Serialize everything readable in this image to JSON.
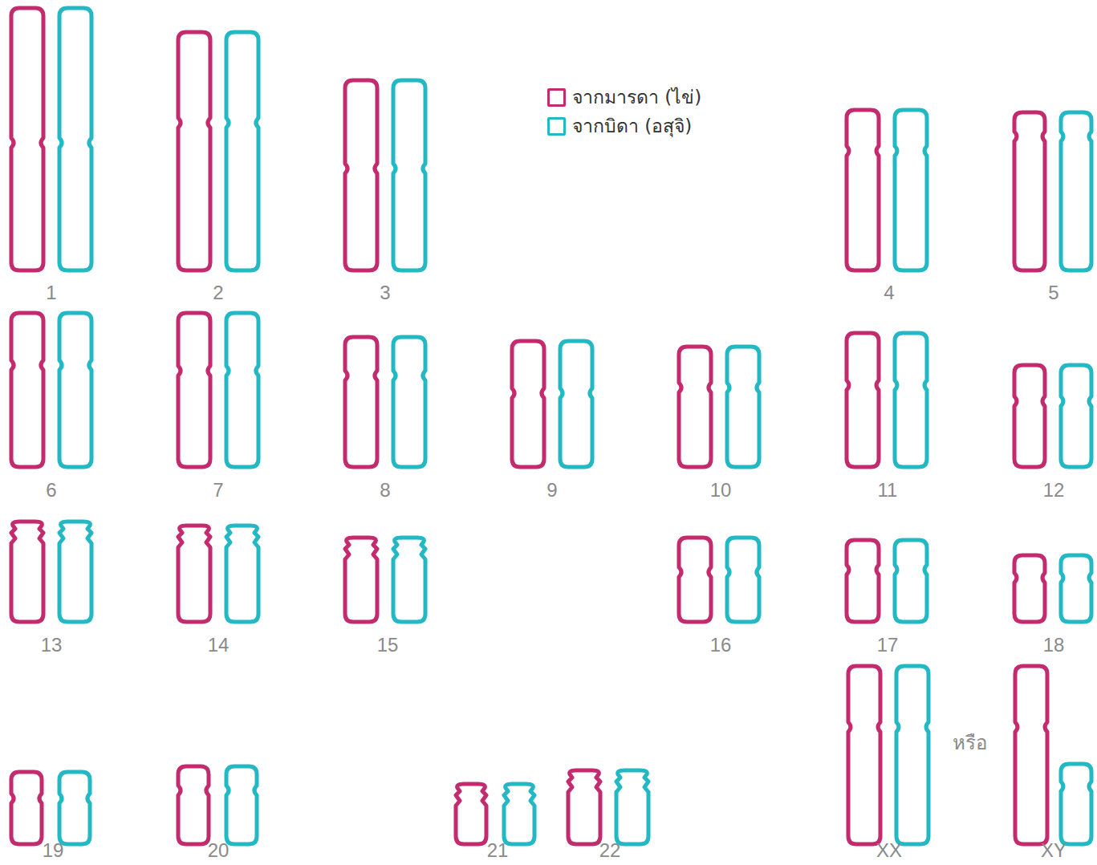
{
  "diagram": {
    "labels": [
      "1",
      "2",
      "3",
      "4",
      "5",
      "6",
      "7",
      "8",
      "9",
      "10",
      "11",
      "12",
      "13",
      "14",
      "15",
      "16",
      "17",
      "18",
      "19",
      "20",
      "21",
      "22",
      "XX",
      "หรือ",
      "XY"
    ],
    "legend": [
      {
        "text": "จากมารดา (ไข่)",
        "color": "#c42a6e"
      },
      {
        "text": "จากบิดา (อสุจิ)",
        "color": "#22b8c4"
      }
    ]
  }
}
